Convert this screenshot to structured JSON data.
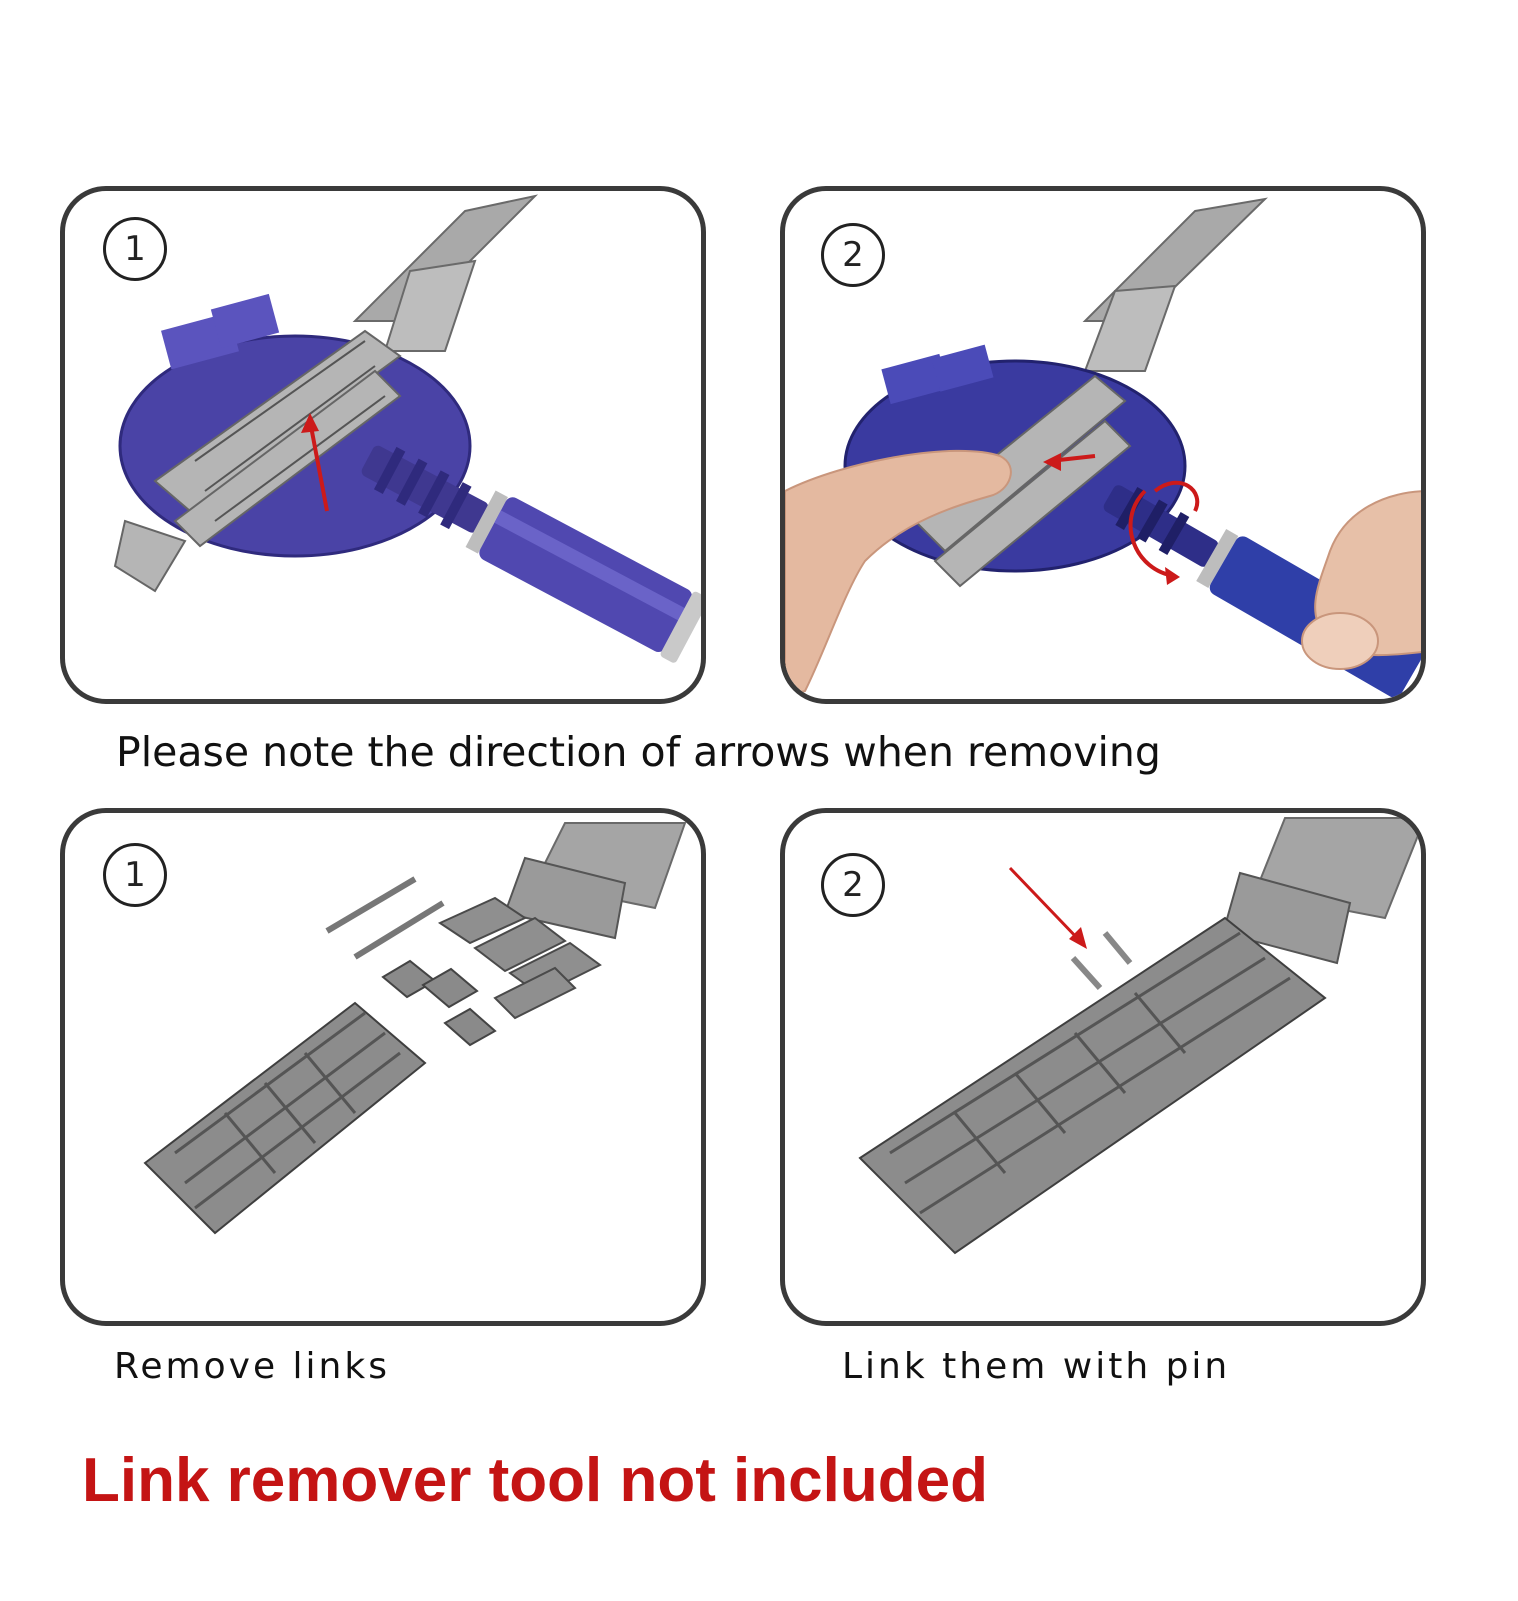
{
  "panels": [
    {
      "step": "1"
    },
    {
      "step": "2"
    },
    {
      "step": "1"
    },
    {
      "step": "2"
    }
  ],
  "captions": {
    "main": "Please note the direction of arrows when removing",
    "remove": "Remove links",
    "link": "Link them with pin"
  },
  "notice": "Link remover tool not included",
  "colors": {
    "tool": "#4a43a6",
    "tool_dark": "#2f2a7d",
    "steel": "#9a9a9a",
    "arrow": "#cc1a1a",
    "notice": "#c41414",
    "border": "#3a3a3a"
  }
}
